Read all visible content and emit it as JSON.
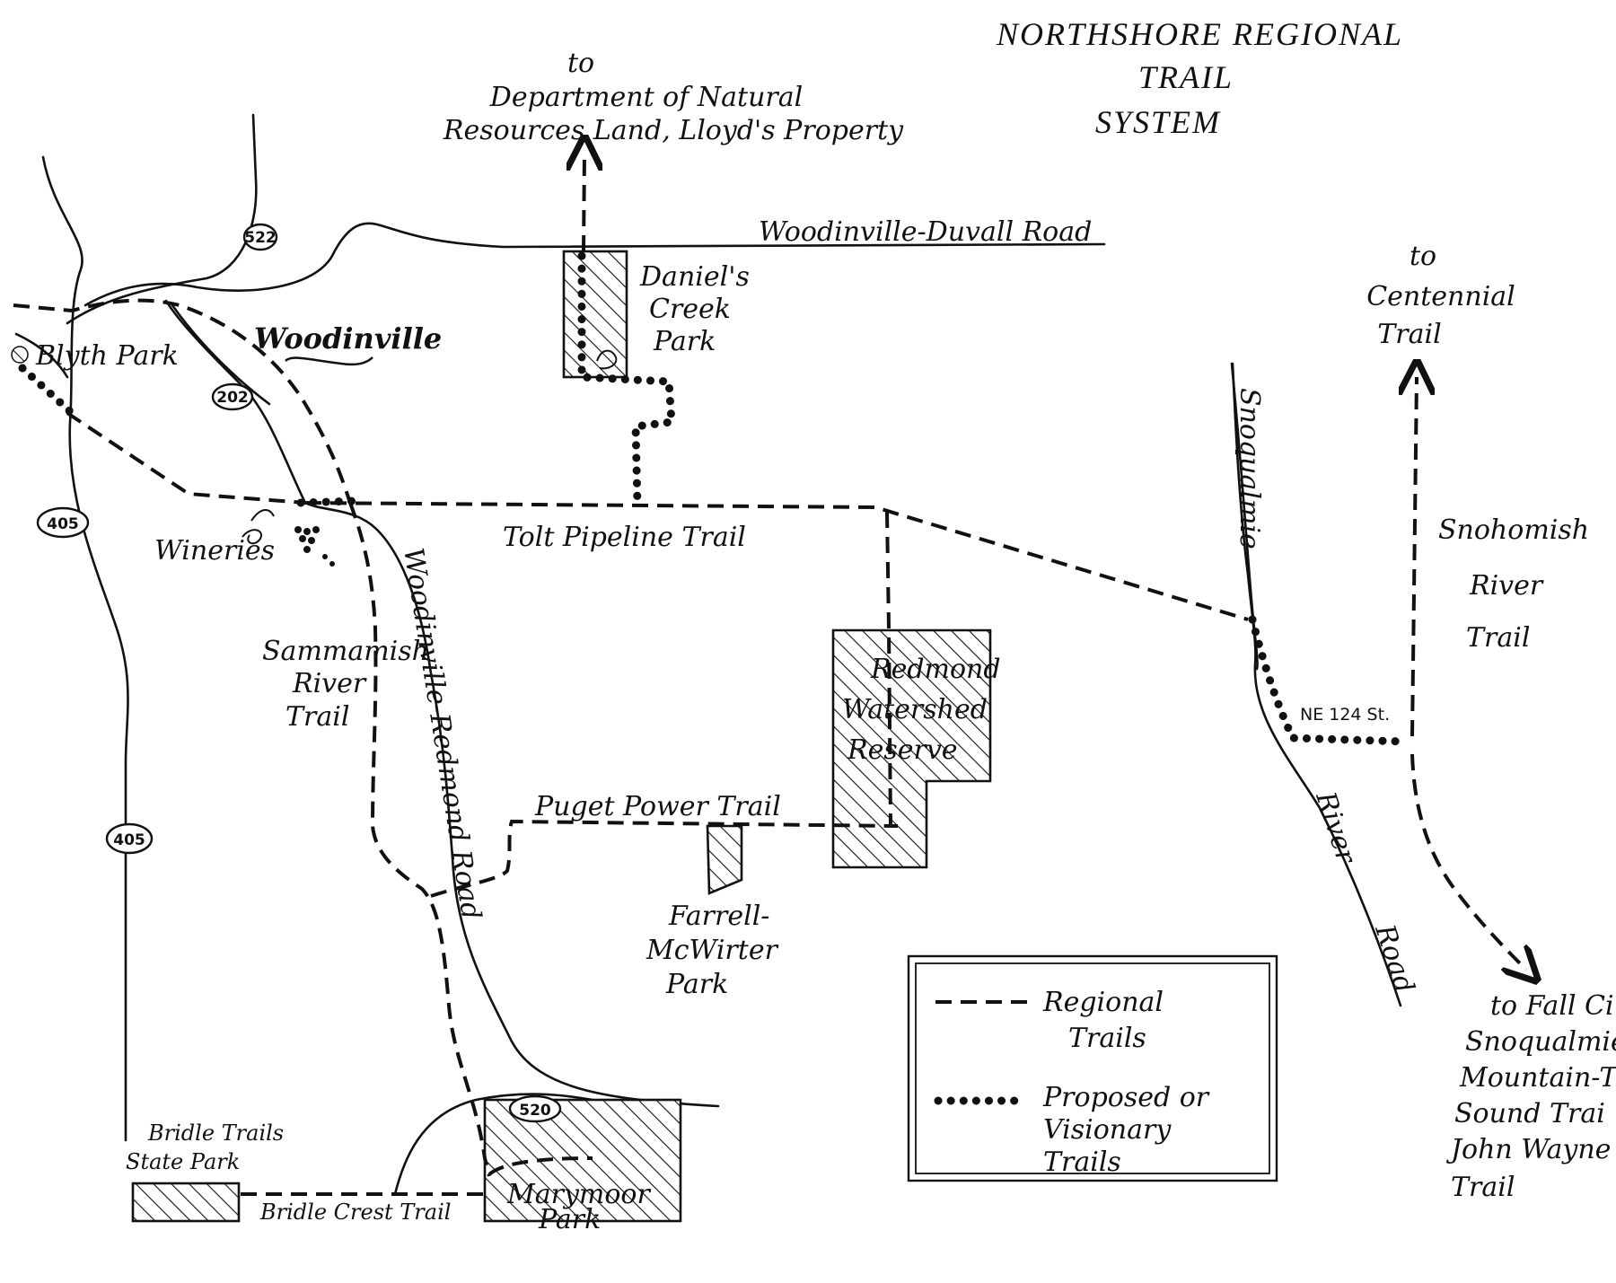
{
  "title": {
    "line1": "NORTHSHORE REGIONAL",
    "line2": "TRAIL",
    "line3": "SYSTEM"
  },
  "labels": {
    "to_dnr_1": "to",
    "to_dnr_2": "Department of Natural",
    "to_dnr_3": "Resources Land, Lloyd's Property",
    "woodinville_duvall_road": "Woodinville-Duvall Road",
    "daniels_1": "Daniel's",
    "daniels_2": "Creek",
    "daniels_3": "Park",
    "to_centennial_1": "to",
    "to_centennial_2": "Centennial",
    "to_centennial_3": "Trail",
    "blyth_park": "Blyth Park",
    "woodinville": "Woodinville",
    "wineries": "Wineries",
    "tolt_pipeline_trail": "Tolt Pipeline Trail",
    "woodinville_redmond_road": "Woodinville-Redmond Road",
    "sammamish_1": "Sammamish",
    "sammamish_2": "River",
    "sammamish_3": "Trail",
    "snoqualmie": "Snoqualmie",
    "river_road_1": "River",
    "river_road_2": "Road",
    "snohomish_1": "Snohomish",
    "snohomish_2": "River",
    "snohomish_3": "Trail",
    "redmond_1": "Redmond",
    "redmond_2": "Watershed",
    "redmond_3": "Reserve",
    "ne_124": "NE 124 St.",
    "puget_power_trail": "Puget Power Trail",
    "farrell_1": "Farrell-",
    "farrell_2": "McWirter",
    "farrell_3": "Park",
    "bridle_trails_1": "Bridle Trails",
    "bridle_trails_2": "State Park",
    "bridle_crest_trail": "Bridle Crest Trail",
    "marymoor_1": "Marymoor",
    "marymoor_2": "Park",
    "to_fall_1": "to Fall Ci",
    "to_fall_2": "Snoqualmie",
    "to_fall_3": "Mountain-T",
    "to_fall_4": "Sound Trai",
    "to_fall_5": "John Wayne",
    "to_fall_6": "Trail"
  },
  "shields": {
    "sr522": "522",
    "sr202": "202",
    "i405_top": "405",
    "i405_bottom": "405",
    "sr520": "520"
  },
  "legend": {
    "regional_1": "Regional",
    "regional_2": "Trails",
    "proposed_1": "Proposed or",
    "proposed_2": "Visionary",
    "proposed_3": "Trails"
  },
  "legend_icons": {
    "regional": "dashed-line-icon",
    "proposed": "dotted-line-icon"
  },
  "colors": {
    "ink": "#111111",
    "paper": "#ffffff"
  }
}
